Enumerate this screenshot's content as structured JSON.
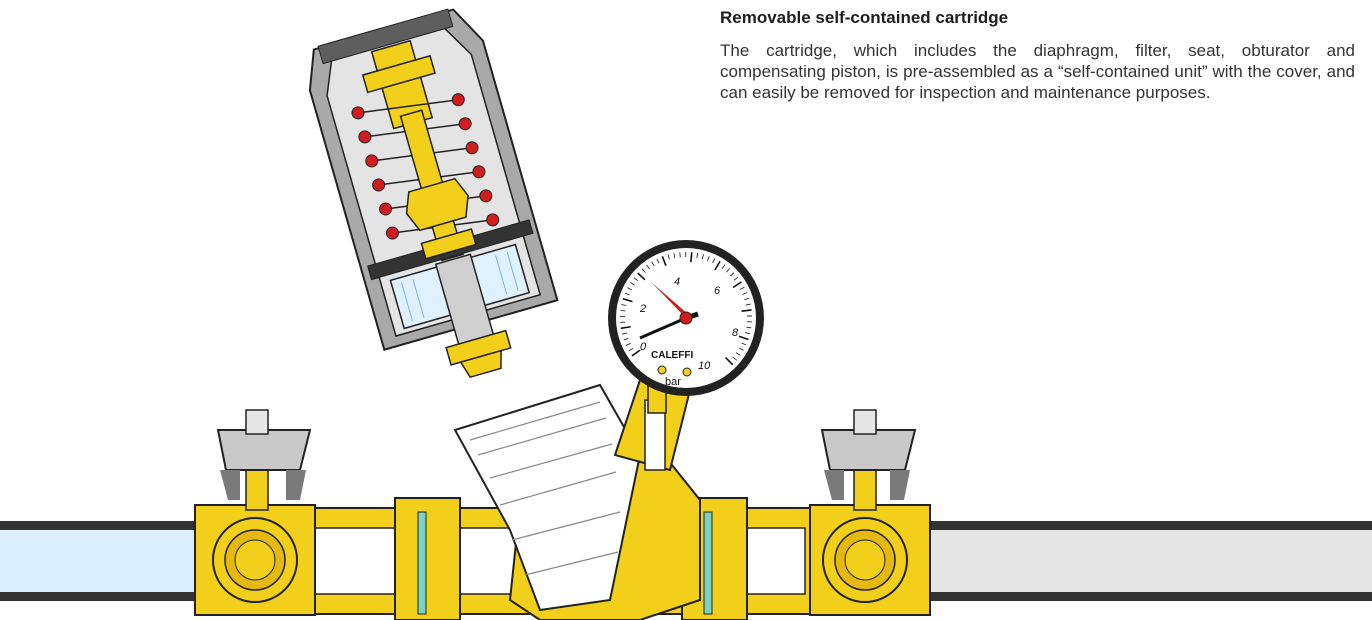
{
  "caption": {
    "title": "Removable self-contained cartridge",
    "text": "The cartridge, which includes the diaphragm, filter, seat, obturator and compensating piston, is pre-assembled as a “self-contained unit” with the cover, and can easily be removed for inspection and maintenance purposes."
  },
  "gauge": {
    "brand": "CALEFFI",
    "unit": "bar",
    "scale_labels": [
      "0",
      "2",
      "4",
      "6",
      "8",
      "10"
    ]
  },
  "colors": {
    "brass": "#f2cf1b",
    "brass_dark": "#c99a06",
    "steel": "#9a9a9a",
    "steel_light": "#d9d9d9",
    "pipe_inlet": "#dcefff",
    "pipe_outlet": "#e6e6e6",
    "spring_red": "#d11d1d"
  }
}
